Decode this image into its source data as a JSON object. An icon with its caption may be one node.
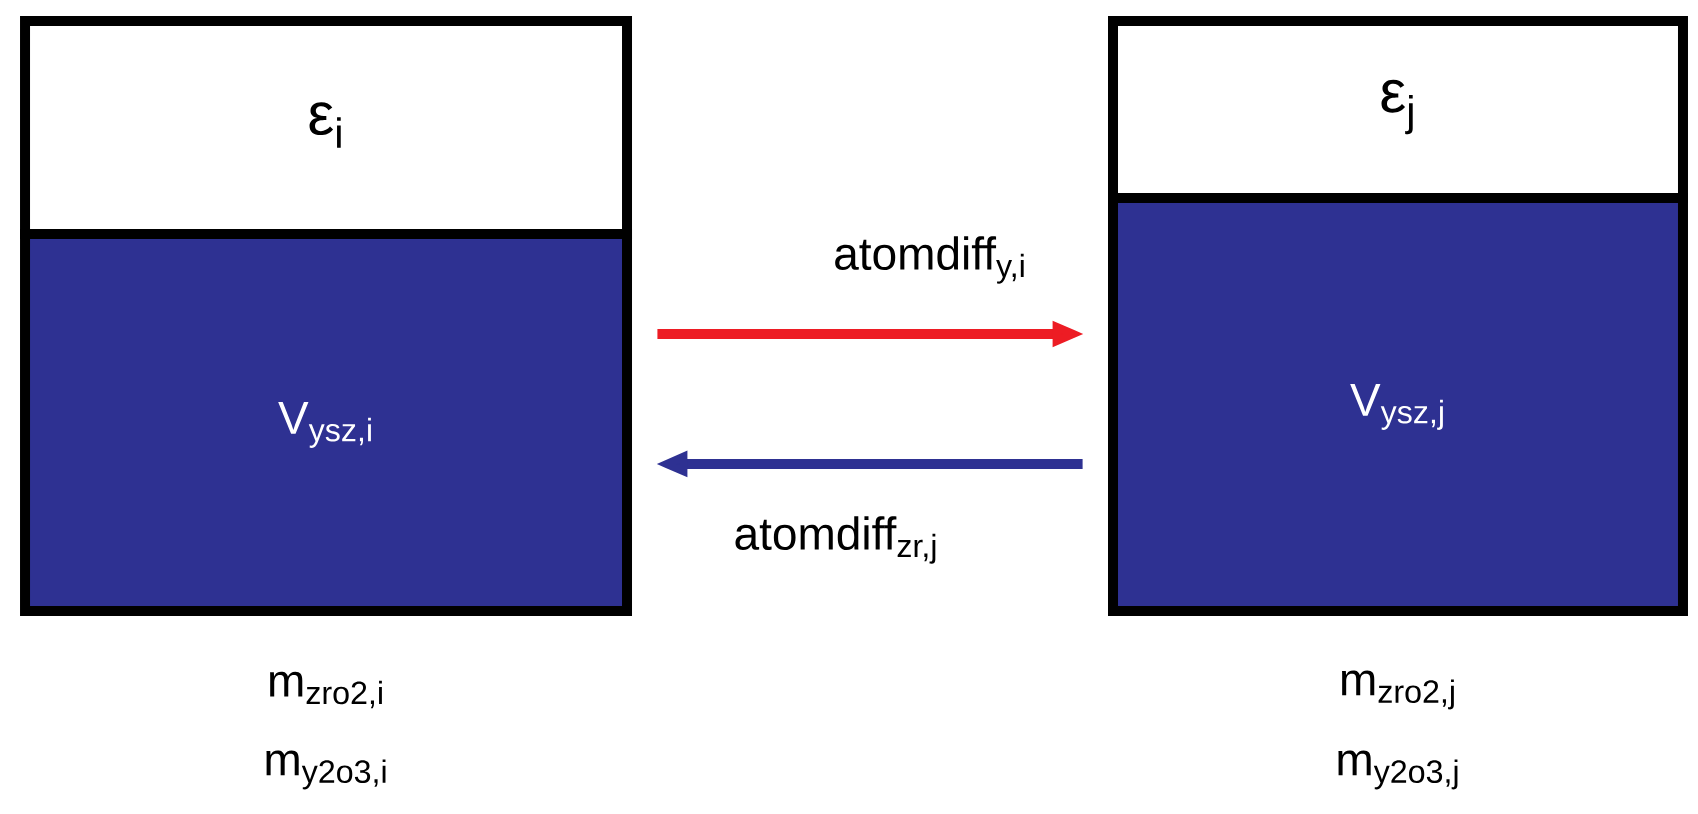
{
  "diagram": {
    "nodes": [
      {
        "text": [],
        "shape": "box",
        "beside": [
          "m$_{zro2,i}$",
          "m$_{y2o3,i}$"
        ]
      },
      {
        "text": [
          "ε$_{i}$"
        ],
        "in": 0
      },
      {
        "text": [
          "V$_{ysz,i}$"
        ],
        "in": 0
      },
      {
        "text": [],
        "shape": "box",
        "beside": [
          "m$_{zro2,j}$",
          "m$_{y2o3,j}$"
        ]
      },
      {
        "text": [
          "ε$_{j}$"
        ],
        "in": 3
      },
      {
        "text": [
          "V$_{ysz,j}$"
        ],
        "in": 3
      }
    ],
    "edges": [
      {
        "from": 2,
        "to": 5,
        "arrow": "to",
        "label": "atomdiff$_{y,i}$",
        "color": "#ed1c24"
      },
      {
        "from": 5,
        "to": 2,
        "arrow": "to",
        "label": "atomdiff$_{zr,j}$",
        "color": "#2e3192"
      }
    ]
  }
}
